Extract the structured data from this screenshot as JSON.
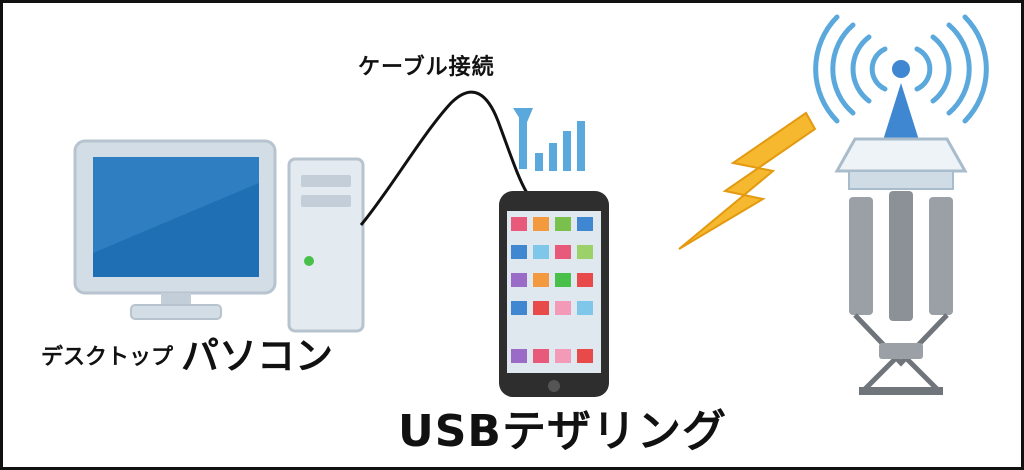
{
  "labels": {
    "cable": "ケーブル接続",
    "desktop_small": "デスクトップ",
    "desktop_big": "パソコン",
    "tethering": "USBテザリング"
  },
  "icons": [
    "desktop-computer-icon",
    "smartphone-icon",
    "signal-antenna-icon",
    "cell-tower-icon",
    "lightning-bolt-icon",
    "cable-line"
  ],
  "colors": {
    "monitor_screen": "#1f6fb5",
    "monitor_frame": "#c9d6df",
    "phone_body": "#2e2e2e",
    "signal_blue": "#5aa8dc",
    "lightning": "#f5b82e",
    "tower_gray": "#8b9196"
  }
}
